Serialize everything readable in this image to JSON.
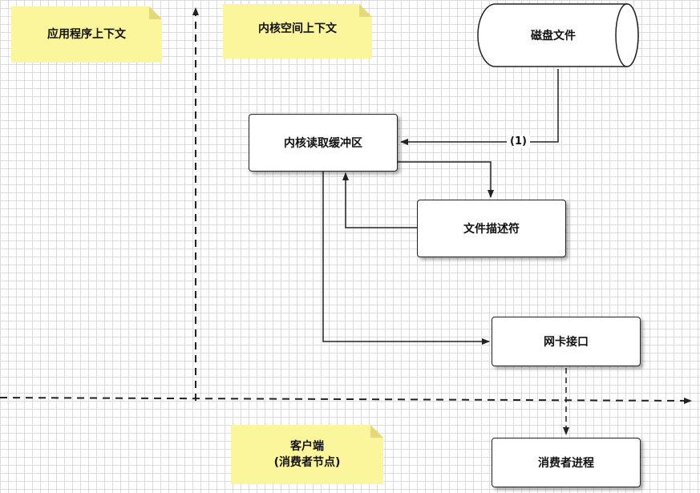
{
  "notes": {
    "app_context": "应用程序上下文",
    "kernel_context": "内核空间上下文",
    "client_line1": "客户端",
    "client_line2": "(消费者节点)"
  },
  "nodes": {
    "disk_file": "磁盘文件",
    "kernel_read_buffer": "内核读取缓冲区",
    "file_descriptor": "文件描述符",
    "nic_interface": "网卡接口",
    "consumer_process": "消费者进程"
  },
  "edges": {
    "disk_to_buffer_label": "(1)"
  }
}
